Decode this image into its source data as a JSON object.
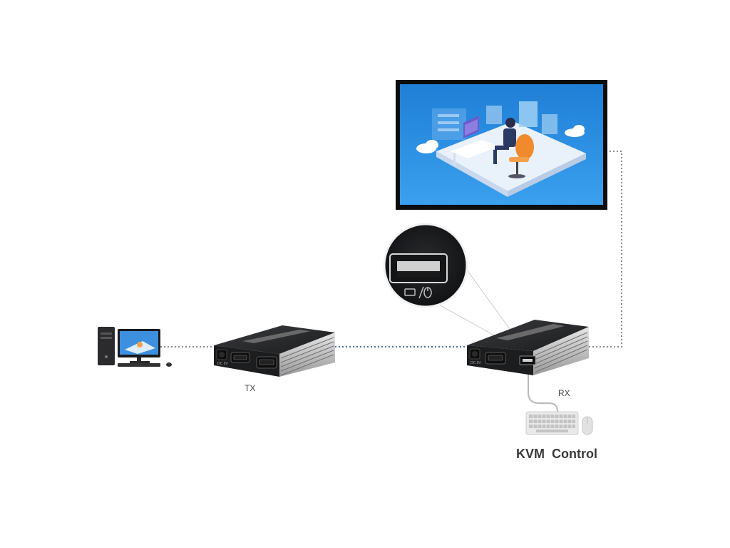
{
  "labels": {
    "tx": "TX",
    "rx": "RX",
    "kvm": "KVM  Control"
  },
  "colors": {
    "dotted_gray": "#8a8a8a",
    "dotted_blue": "#4a6fb5",
    "device_body": "#1f2022",
    "monitor_bezel": "#111111",
    "screen_bg": "#2a86d8"
  },
  "icons": [
    "desktop-computer-icon",
    "monitor-icon",
    "keyboard-icon",
    "mouse-icon",
    "usb-port-icon",
    "hdmi-port-icon"
  ]
}
